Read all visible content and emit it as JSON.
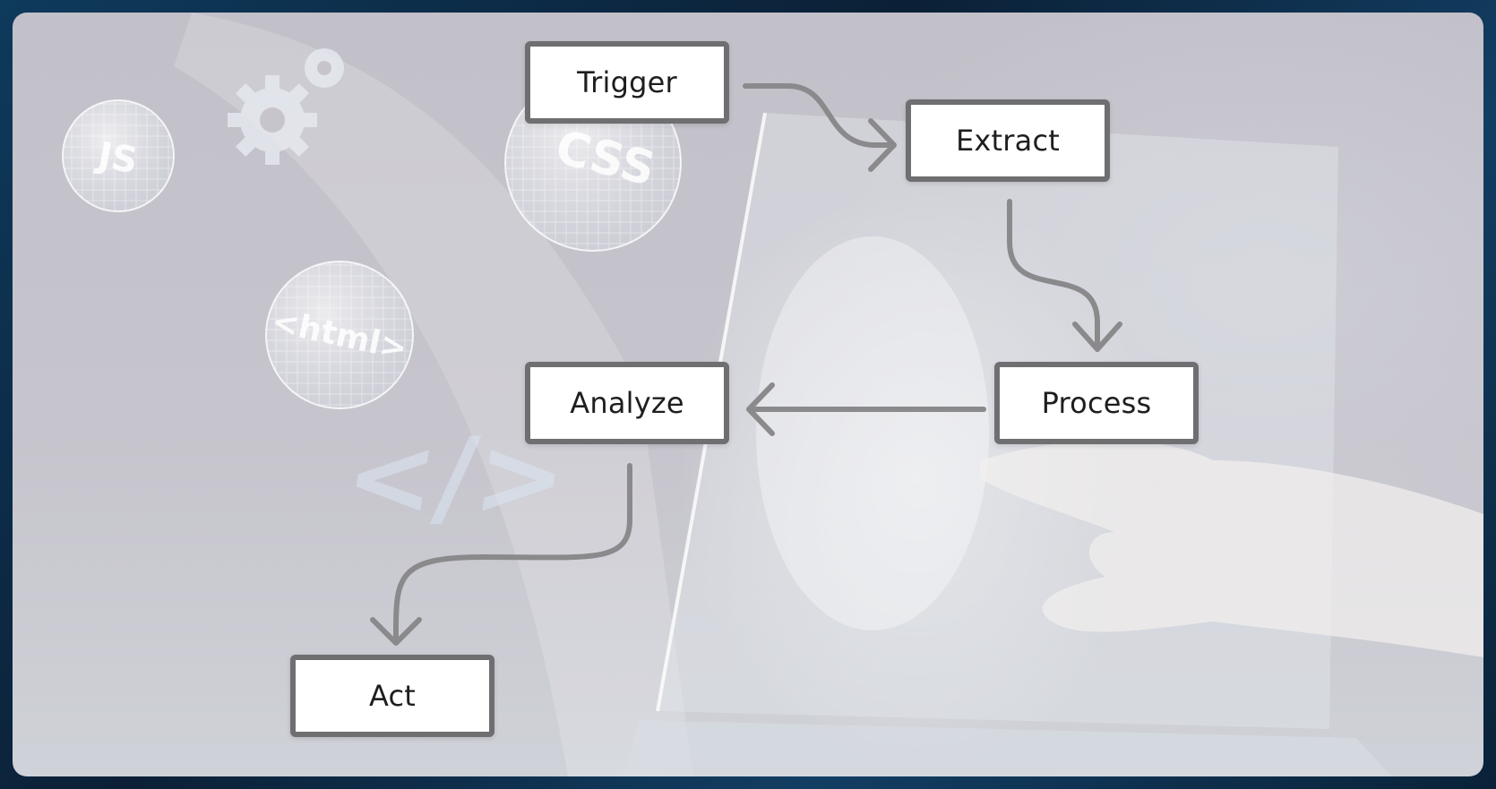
{
  "diagram": {
    "nodes": [
      {
        "id": "trigger",
        "label": "Trigger"
      },
      {
        "id": "extract",
        "label": "Extract"
      },
      {
        "id": "process",
        "label": "Process"
      },
      {
        "id": "analyze",
        "label": "Analyze"
      },
      {
        "id": "act",
        "label": "Act"
      }
    ],
    "edges": [
      {
        "from": "trigger",
        "to": "extract"
      },
      {
        "from": "extract",
        "to": "process"
      },
      {
        "from": "process",
        "to": "analyze"
      },
      {
        "from": "analyze",
        "to": "act"
      }
    ]
  },
  "background": {
    "sphere_js": "JS",
    "sphere_css": "CSS",
    "sphere_html": "<html>",
    "code_glyph": "</>",
    "icons": [
      "gear-icon",
      "laptop-icon",
      "pointing-hand-icon"
    ]
  },
  "colors": {
    "node_border": "#6f6f71",
    "node_fill": "#ffffff",
    "arrow": "#8a8a8c",
    "panel": "#c4c2ca",
    "frame": "#0f2a44"
  }
}
